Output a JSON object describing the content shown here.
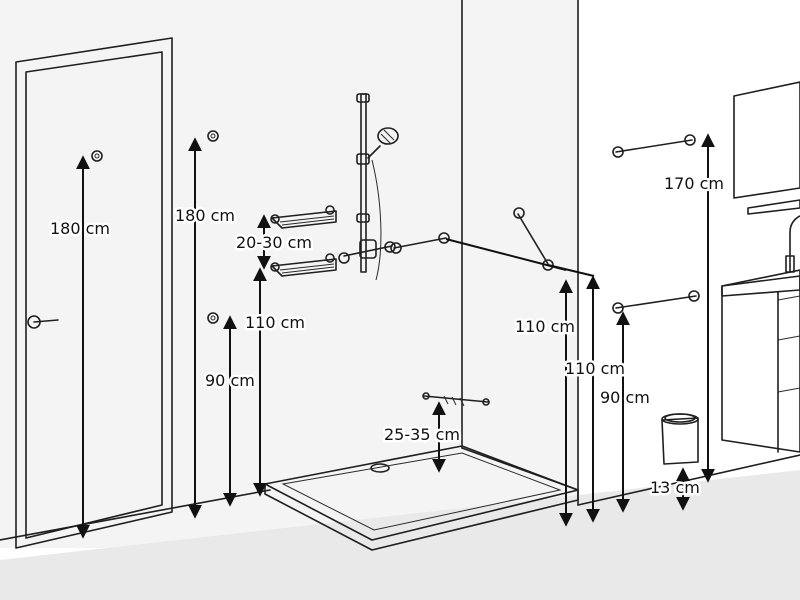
{
  "labels": {
    "door_handle_height": "180 cm",
    "wall_left_top_height": "180 cm",
    "shelf_gap": "20-30 cm",
    "shelf_height": "110 cm",
    "wall_left_low_height": "90 cm",
    "bench_height": "25-35 cm",
    "angled_bar_height_a": "110 cm",
    "angled_bar_height_b": "110 cm",
    "right_top_bar_height": "170 cm",
    "right_low_bar_height": "90 cm",
    "bin_height": "13 cm"
  }
}
